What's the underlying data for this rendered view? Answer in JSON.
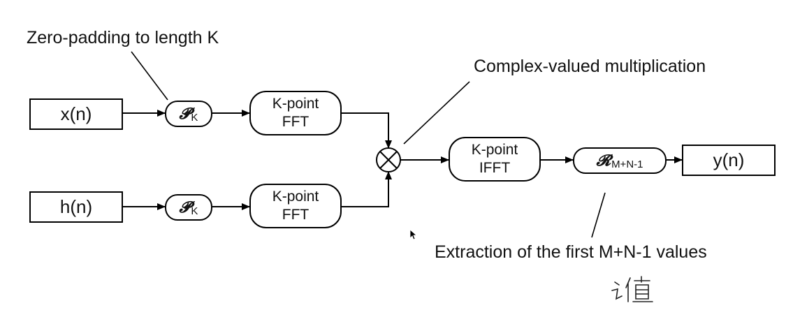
{
  "diagram": {
    "inputs": {
      "x": "x(n)",
      "h": "h(n)"
    },
    "output": "y(n)",
    "pad_op": {
      "symbol": "𝓟",
      "subscript": "K"
    },
    "fft_block": {
      "line1": "K-point",
      "line2": "FFT"
    },
    "ifft_block": {
      "line1": "K-point",
      "line2": "IFFT"
    },
    "extract_op": {
      "symbol": "𝓡",
      "subscript": "M+N-1"
    },
    "annotations": {
      "zero_padding": "Zero-padding to length K",
      "multiplication": "Complex-valued multiplication",
      "extraction": "Extraction of the first M+N-1 values"
    }
  },
  "colors": {
    "stroke": "#000000",
    "background": "#ffffff"
  },
  "handwriting_note": "值"
}
